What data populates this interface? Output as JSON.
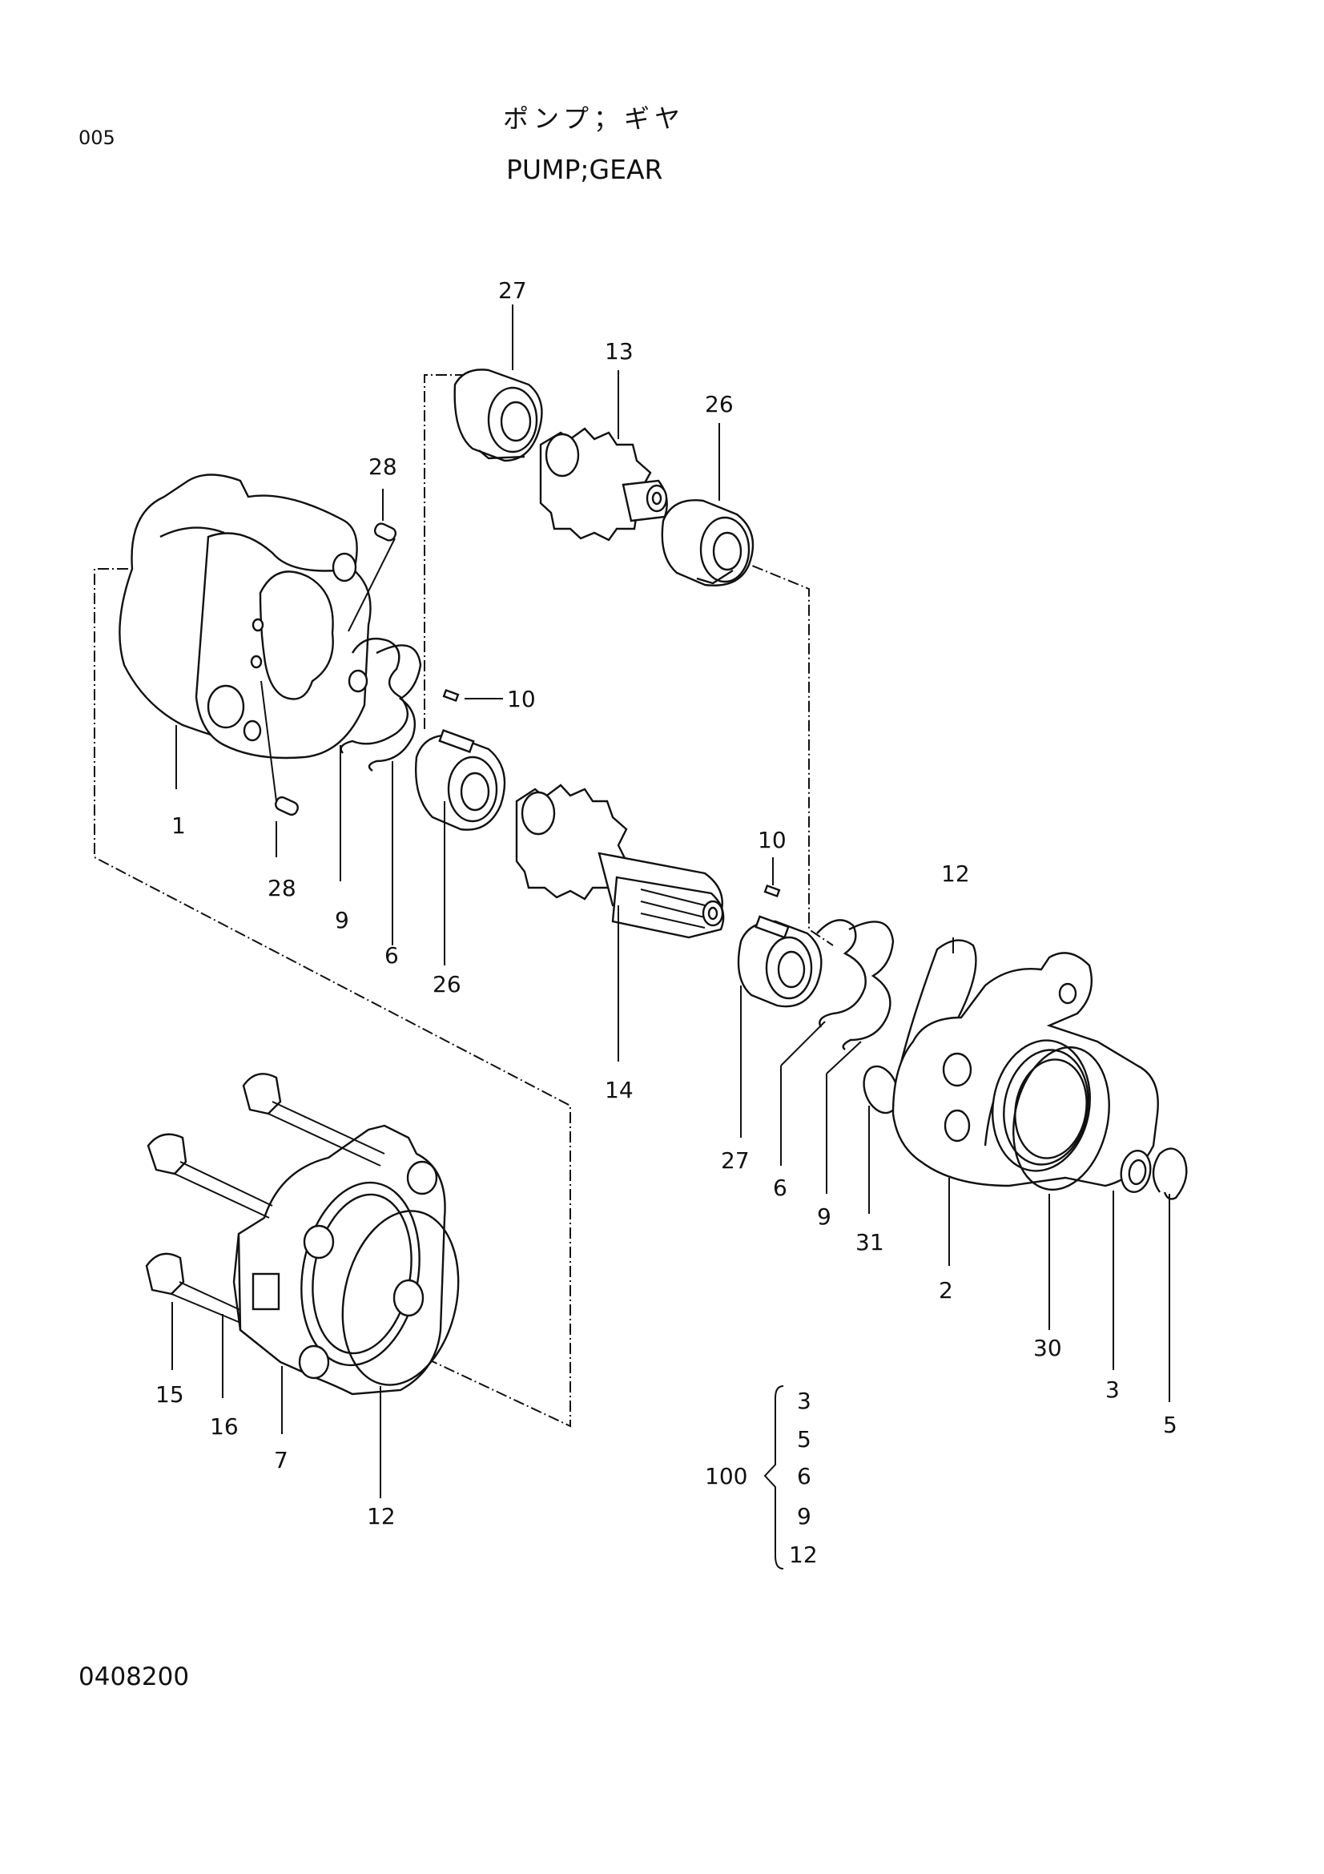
{
  "page_code": "005",
  "title_jp": "ポンプ；ギヤ",
  "title_en": "PUMP;GEAR",
  "drawing_number": "0408200",
  "callouts": {
    "c27a": "27",
    "c13": "13",
    "c26a": "26",
    "c28a": "28",
    "c10a": "10",
    "c1": "1",
    "c28b": "28",
    "c9a": "9",
    "c6a": "6",
    "c26b": "26",
    "c14": "14",
    "c10b": "10",
    "c12a": "12",
    "c27b": "27",
    "c6b": "6",
    "c9b": "9",
    "c31": "31",
    "c2": "2",
    "c30": "30",
    "c3": "3",
    "c5": "5",
    "c15": "15",
    "c16": "16",
    "c7": "7",
    "c12b": "12"
  },
  "kit": {
    "number": "100",
    "items": [
      "3",
      "5",
      "6",
      "9",
      "12"
    ]
  }
}
